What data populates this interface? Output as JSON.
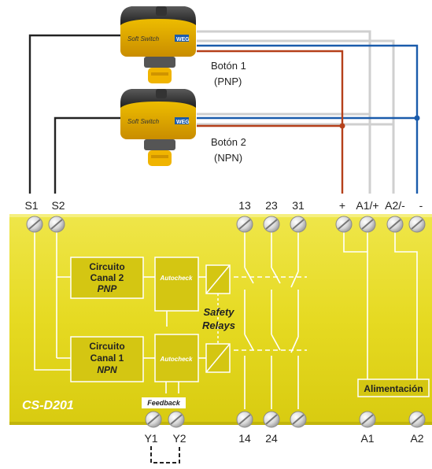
{
  "buttons": [
    {
      "label": "Botón 1",
      "type": "(PNP)",
      "brand": "Soft Switch",
      "logo": "WEG"
    },
    {
      "label": "Botón 2",
      "type": "(NPN)",
      "brand": "Soft Switch",
      "logo": "WEG"
    }
  ],
  "terminals_top": [
    "S1",
    "S2",
    "13",
    "23",
    "31",
    "+",
    "A1/+",
    "A2/-",
    "-"
  ],
  "terminals_bottom": [
    "Y1",
    "Y2",
    "14",
    "24",
    "A1",
    "A2"
  ],
  "module": {
    "model": "CS-D201",
    "circuit_top": [
      "Circuito",
      "Canal 2",
      "PNP"
    ],
    "circuit_bottom": [
      "Circuito",
      "Canal 1",
      "NPN"
    ],
    "autocheck": "Autocheck",
    "relays": [
      "Safety",
      "Relays"
    ],
    "feedback": "Feedback",
    "power": "Alimentación"
  },
  "colors": {
    "body": "#e8dc2a",
    "box": "#d4c612",
    "brown_wire": "#b5401a",
    "blue_wire": "#1a5bab",
    "grey_wire": "#c8c8c8",
    "black_wire": "#222222"
  }
}
